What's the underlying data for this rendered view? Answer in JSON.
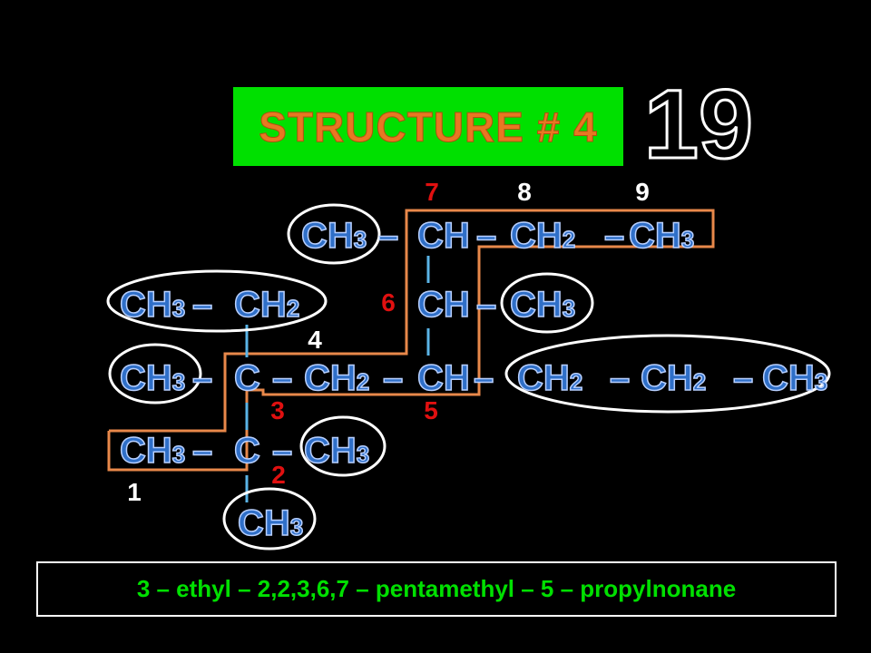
{
  "title": "STRUCTURE # 4",
  "counter": "19",
  "answer": "3 – ethyl – 2,2,3,6,7 – pentamethyl – 5 – propylnonane",
  "colors": {
    "background": "#000000",
    "title_bg": "#00e000",
    "title_text": "#e87722",
    "group_fill": "#2f6fc8",
    "group_outline": "#b8d0ff",
    "bond": "#5ab4e6",
    "chain_path": "#e8884a",
    "red_number": "#e01010",
    "white_number": "#ffffff",
    "answer_text": "#00e000"
  },
  "rows": [
    {
      "groups": [
        {
          "label": "CH",
          "sub": "3"
        },
        {
          "label": "–"
        },
        {
          "label": "CH"
        },
        {
          "label": "–"
        },
        {
          "label": "CH",
          "sub": "2"
        },
        {
          "label": "–"
        },
        {
          "label": "CH",
          "sub": "3"
        }
      ]
    },
    {
      "groups": [
        {
          "label": "CH",
          "sub": "3"
        },
        {
          "label": "–"
        },
        {
          "label": "CH",
          "sub": "2"
        },
        {
          "label": "CH"
        },
        {
          "label": "–"
        },
        {
          "label": "CH",
          "sub": "3"
        }
      ]
    },
    {
      "groups": [
        {
          "label": "CH",
          "sub": "3"
        },
        {
          "label": "–"
        },
        {
          "label": "C"
        },
        {
          "label": "–"
        },
        {
          "label": "CH",
          "sub": "2"
        },
        {
          "label": "–"
        },
        {
          "label": "CH"
        },
        {
          "label": "–"
        },
        {
          "label": "CH",
          "sub": "2"
        },
        {
          "label": "–"
        },
        {
          "label": "CH",
          "sub": "2"
        },
        {
          "label": "–"
        },
        {
          "label": "CH",
          "sub": "3"
        }
      ]
    },
    {
      "groups": [
        {
          "label": "CH",
          "sub": "3"
        },
        {
          "label": "–"
        },
        {
          "label": "C"
        },
        {
          "label": "–"
        },
        {
          "label": "CH",
          "sub": "3"
        }
      ]
    },
    {
      "groups": [
        {
          "label": "CH",
          "sub": "3"
        }
      ]
    }
  ],
  "numbers": [
    {
      "text": "1",
      "color": "white"
    },
    {
      "text": "2",
      "color": "red"
    },
    {
      "text": "3",
      "color": "red"
    },
    {
      "text": "4",
      "color": "white"
    },
    {
      "text": "5",
      "color": "red"
    },
    {
      "text": "6",
      "color": "red"
    },
    {
      "text": "7",
      "color": "red"
    },
    {
      "text": "8",
      "color": "white"
    },
    {
      "text": "9",
      "color": "white"
    }
  ]
}
